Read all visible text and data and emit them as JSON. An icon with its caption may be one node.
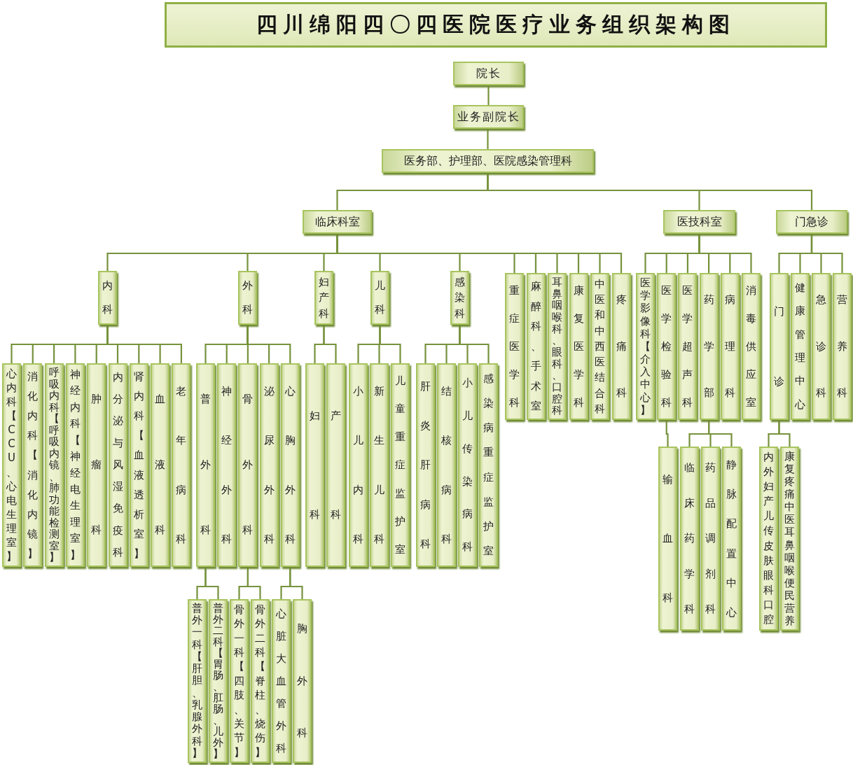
{
  "diagram": {
    "title": "四川绵阳四〇四医院医疗业务组织架构图",
    "nodes": [
      {
        "text": [
          "院长"
        ]
      },
      {
        "text": [
          "业务副院长"
        ]
      },
      {
        "text": [
          "医务部、护理部、医院感染管理科"
        ]
      },
      {
        "text": [
          "临床科室"
        ]
      },
      {
        "text": [
          "医技科室"
        ]
      },
      {
        "text": [
          "门急诊"
        ]
      },
      {
        "text": [
          "内科"
        ]
      },
      {
        "text": [
          "外科"
        ]
      },
      {
        "text": [
          "妇产科"
        ]
      },
      {
        "text": [
          "儿科"
        ]
      },
      {
        "text": [
          "感染科"
        ]
      },
      {
        "text": [
          "重症医学科"
        ]
      },
      {
        "text": [
          "麻醉科、手术室"
        ]
      },
      {
        "text": [
          "耳鼻咽喉科、眼科、口腔科"
        ]
      },
      {
        "text": [
          "康复医学科"
        ]
      },
      {
        "text": [
          "中医和中西医结合科"
        ]
      },
      {
        "text": [
          "疼痛科"
        ]
      },
      {
        "text": [
          "医学影像科【介入中心】"
        ]
      },
      {
        "text": [
          "医学检验科"
        ]
      },
      {
        "text": [
          "医学超声科"
        ]
      },
      {
        "text": [
          "药学部"
        ]
      },
      {
        "text": [
          "病理科"
        ]
      },
      {
        "text": [
          "消毒供应室"
        ]
      },
      {
        "text": [
          "门诊"
        ]
      },
      {
        "text": [
          "健康管理中心"
        ]
      },
      {
        "text": [
          "急诊科"
        ]
      },
      {
        "text": [
          "营养科"
        ]
      },
      {
        "text": [
          "心内科【CCU、心电生理室】"
        ]
      },
      {
        "text": [
          "消化内科【消化内镜】"
        ]
      },
      {
        "text": [
          "呼吸内科【呼吸内镜、肺功能检测室】"
        ]
      },
      {
        "text": [
          "神经内科【神经电生理室】"
        ]
      },
      {
        "text": [
          "肿瘤科"
        ]
      },
      {
        "text": [
          "内分泌与风湿免疫科"
        ]
      },
      {
        "text": [
          "肾内科【血液透析室】"
        ]
      },
      {
        "text": [
          "血液科"
        ]
      },
      {
        "text": [
          "老年病科"
        ]
      },
      {
        "text": [
          "普外科"
        ]
      },
      {
        "text": [
          "神经外科"
        ]
      },
      {
        "text": [
          "骨外科"
        ]
      },
      {
        "text": [
          "泌尿外科"
        ]
      },
      {
        "text": [
          "心胸外科"
        ]
      },
      {
        "text": [
          "妇科"
        ]
      },
      {
        "text": [
          "产科"
        ]
      },
      {
        "text": [
          "小儿内科"
        ]
      },
      {
        "text": [
          "新生儿科"
        ]
      },
      {
        "text": [
          "儿童重症监护室"
        ]
      },
      {
        "text": [
          "肝炎肝病科"
        ]
      },
      {
        "text": [
          "结核病科"
        ]
      },
      {
        "text": [
          "小儿传染病科"
        ]
      },
      {
        "text": [
          "感染病重症监护室"
        ]
      },
      {
        "text": [
          "输血科"
        ]
      },
      {
        "text": [
          "临床药学科"
        ]
      },
      {
        "text": [
          "药品调剂科"
        ]
      },
      {
        "text": [
          "静脉配置中心"
        ]
      },
      {
        "text": [
          "内外妇产儿传皮肤眼科口腔"
        ]
      },
      {
        "text": [
          "康复疼痛中医耳鼻咽喉便民营养"
        ]
      },
      {
        "text": [
          "普外一科【肝胆、乳腺外科】"
        ]
      },
      {
        "text": [
          "普外二科【胃肠、肛肠、儿外】"
        ]
      },
      {
        "text": [
          "骨外一科【四肢、关节】"
        ]
      },
      {
        "text": [
          "骨外二科【脊柱、烧伤】"
        ]
      },
      {
        "text": [
          "心脏大血管外科"
        ]
      },
      {
        "text": [
          "胸外科"
        ]
      }
    ],
    "edges": [
      {
        "from": 0,
        "to": 1,
        "arrow": "none"
      },
      {
        "from": 1,
        "to": 2,
        "arrow": "none"
      },
      {
        "from": 2,
        "to": 3,
        "arrow": "none"
      },
      {
        "from": 2,
        "to": 4,
        "arrow": "none"
      },
      {
        "from": 2,
        "to": 5,
        "arrow": "none"
      },
      {
        "from": 3,
        "to": 6,
        "arrow": "none"
      },
      {
        "from": 3,
        "to": 7,
        "arrow": "none"
      },
      {
        "from": 3,
        "to": 8,
        "arrow": "none"
      },
      {
        "from": 3,
        "to": 9,
        "arrow": "none"
      },
      {
        "from": 3,
        "to": 10,
        "arrow": "none"
      },
      {
        "from": 3,
        "to": 11,
        "arrow": "none"
      },
      {
        "from": 3,
        "to": 12,
        "arrow": "none"
      },
      {
        "from": 3,
        "to": 13,
        "arrow": "none"
      },
      {
        "from": 3,
        "to": 14,
        "arrow": "none"
      },
      {
        "from": 3,
        "to": 15,
        "arrow": "none"
      },
      {
        "from": 3,
        "to": 16,
        "arrow": "none"
      },
      {
        "from": 4,
        "to": 17,
        "arrow": "none"
      },
      {
        "from": 4,
        "to": 18,
        "arrow": "none"
      },
      {
        "from": 4,
        "to": 19,
        "arrow": "none"
      },
      {
        "from": 4,
        "to": 20,
        "arrow": "none"
      },
      {
        "from": 4,
        "to": 21,
        "arrow": "none"
      },
      {
        "from": 4,
        "to": 22,
        "arrow": "none"
      },
      {
        "from": 5,
        "to": 23,
        "arrow": "none"
      },
      {
        "from": 5,
        "to": 24,
        "arrow": "none"
      },
      {
        "from": 5,
        "to": 25,
        "arrow": "none"
      },
      {
        "from": 5,
        "to": 26,
        "arrow": "none"
      },
      {
        "from": 6,
        "to": 27,
        "arrow": "none"
      },
      {
        "from": 6,
        "to": 28,
        "arrow": "none"
      },
      {
        "from": 6,
        "to": 29,
        "arrow": "none"
      },
      {
        "from": 6,
        "to": 30,
        "arrow": "none"
      },
      {
        "from": 6,
        "to": 31,
        "arrow": "none"
      },
      {
        "from": 6,
        "to": 32,
        "arrow": "none"
      },
      {
        "from": 6,
        "to": 33,
        "arrow": "none"
      },
      {
        "from": 6,
        "to": 34,
        "arrow": "none"
      },
      {
        "from": 6,
        "to": 35,
        "arrow": "none"
      },
      {
        "from": 7,
        "to": 36,
        "arrow": "none"
      },
      {
        "from": 7,
        "to": 37,
        "arrow": "none"
      },
      {
        "from": 7,
        "to": 38,
        "arrow": "none"
      },
      {
        "from": 7,
        "to": 39,
        "arrow": "none"
      },
      {
        "from": 7,
        "to": 40,
        "arrow": "none"
      },
      {
        "from": 8,
        "to": 41,
        "arrow": "none"
      },
      {
        "from": 8,
        "to": 42,
        "arrow": "none"
      },
      {
        "from": 9,
        "to": 43,
        "arrow": "none"
      },
      {
        "from": 9,
        "to": 44,
        "arrow": "none"
      },
      {
        "from": 9,
        "to": 45,
        "arrow": "none"
      },
      {
        "from": 10,
        "to": 46,
        "arrow": "none"
      },
      {
        "from": 10,
        "to": 47,
        "arrow": "none"
      },
      {
        "from": 10,
        "to": 48,
        "arrow": "none"
      },
      {
        "from": 10,
        "to": 49,
        "arrow": "none"
      },
      {
        "from": 18,
        "to": 50,
        "arrow": "none"
      },
      {
        "from": 20,
        "to": 51,
        "arrow": "none"
      },
      {
        "from": 20,
        "to": 52,
        "arrow": "none"
      },
      {
        "from": 20,
        "to": 53,
        "arrow": "none"
      },
      {
        "from": 23,
        "to": 54,
        "arrow": "none"
      },
      {
        "from": 23,
        "to": 55,
        "arrow": "none"
      },
      {
        "from": 36,
        "to": 56,
        "arrow": "none"
      },
      {
        "from": 36,
        "to": 57,
        "arrow": "none"
      },
      {
        "from": 38,
        "to": 58,
        "arrow": "none"
      },
      {
        "from": 38,
        "to": 59,
        "arrow": "none"
      },
      {
        "from": 40,
        "to": 60,
        "arrow": "none"
      },
      {
        "from": 40,
        "to": 61,
        "arrow": "none"
      }
    ]
  }
}
